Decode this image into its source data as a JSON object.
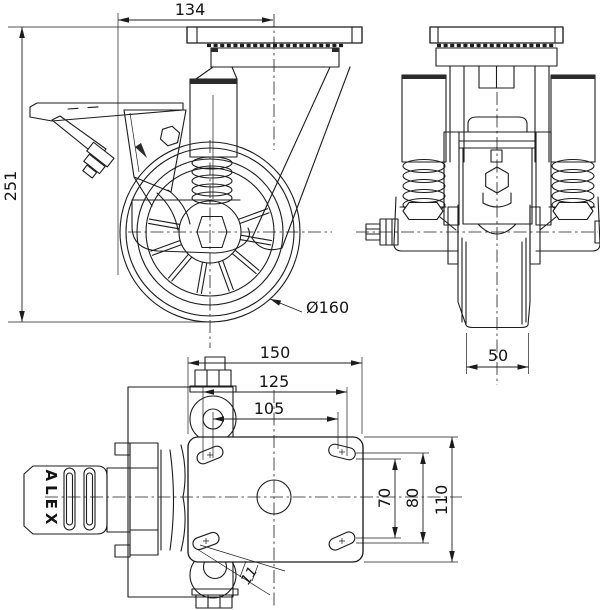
{
  "drawing": {
    "type": "engineering-drawing",
    "subject": "spring-loaded swivel caster with brake, three orthographic views",
    "brand_label": "ALEX",
    "line_color": "#1c1c1c",
    "background": "#ffffff"
  },
  "dims": {
    "swivel_offset": "134",
    "overall_height": "251",
    "wheel_diameter": "Ø160",
    "wheel_width": "50",
    "plate_length": "150",
    "bolt_span_outer": "125",
    "bolt_span_inner": "105",
    "bolt_pitch_inner": "70",
    "bolt_pitch_outer": "80",
    "plate_width": "110",
    "slot_angle": "11"
  }
}
